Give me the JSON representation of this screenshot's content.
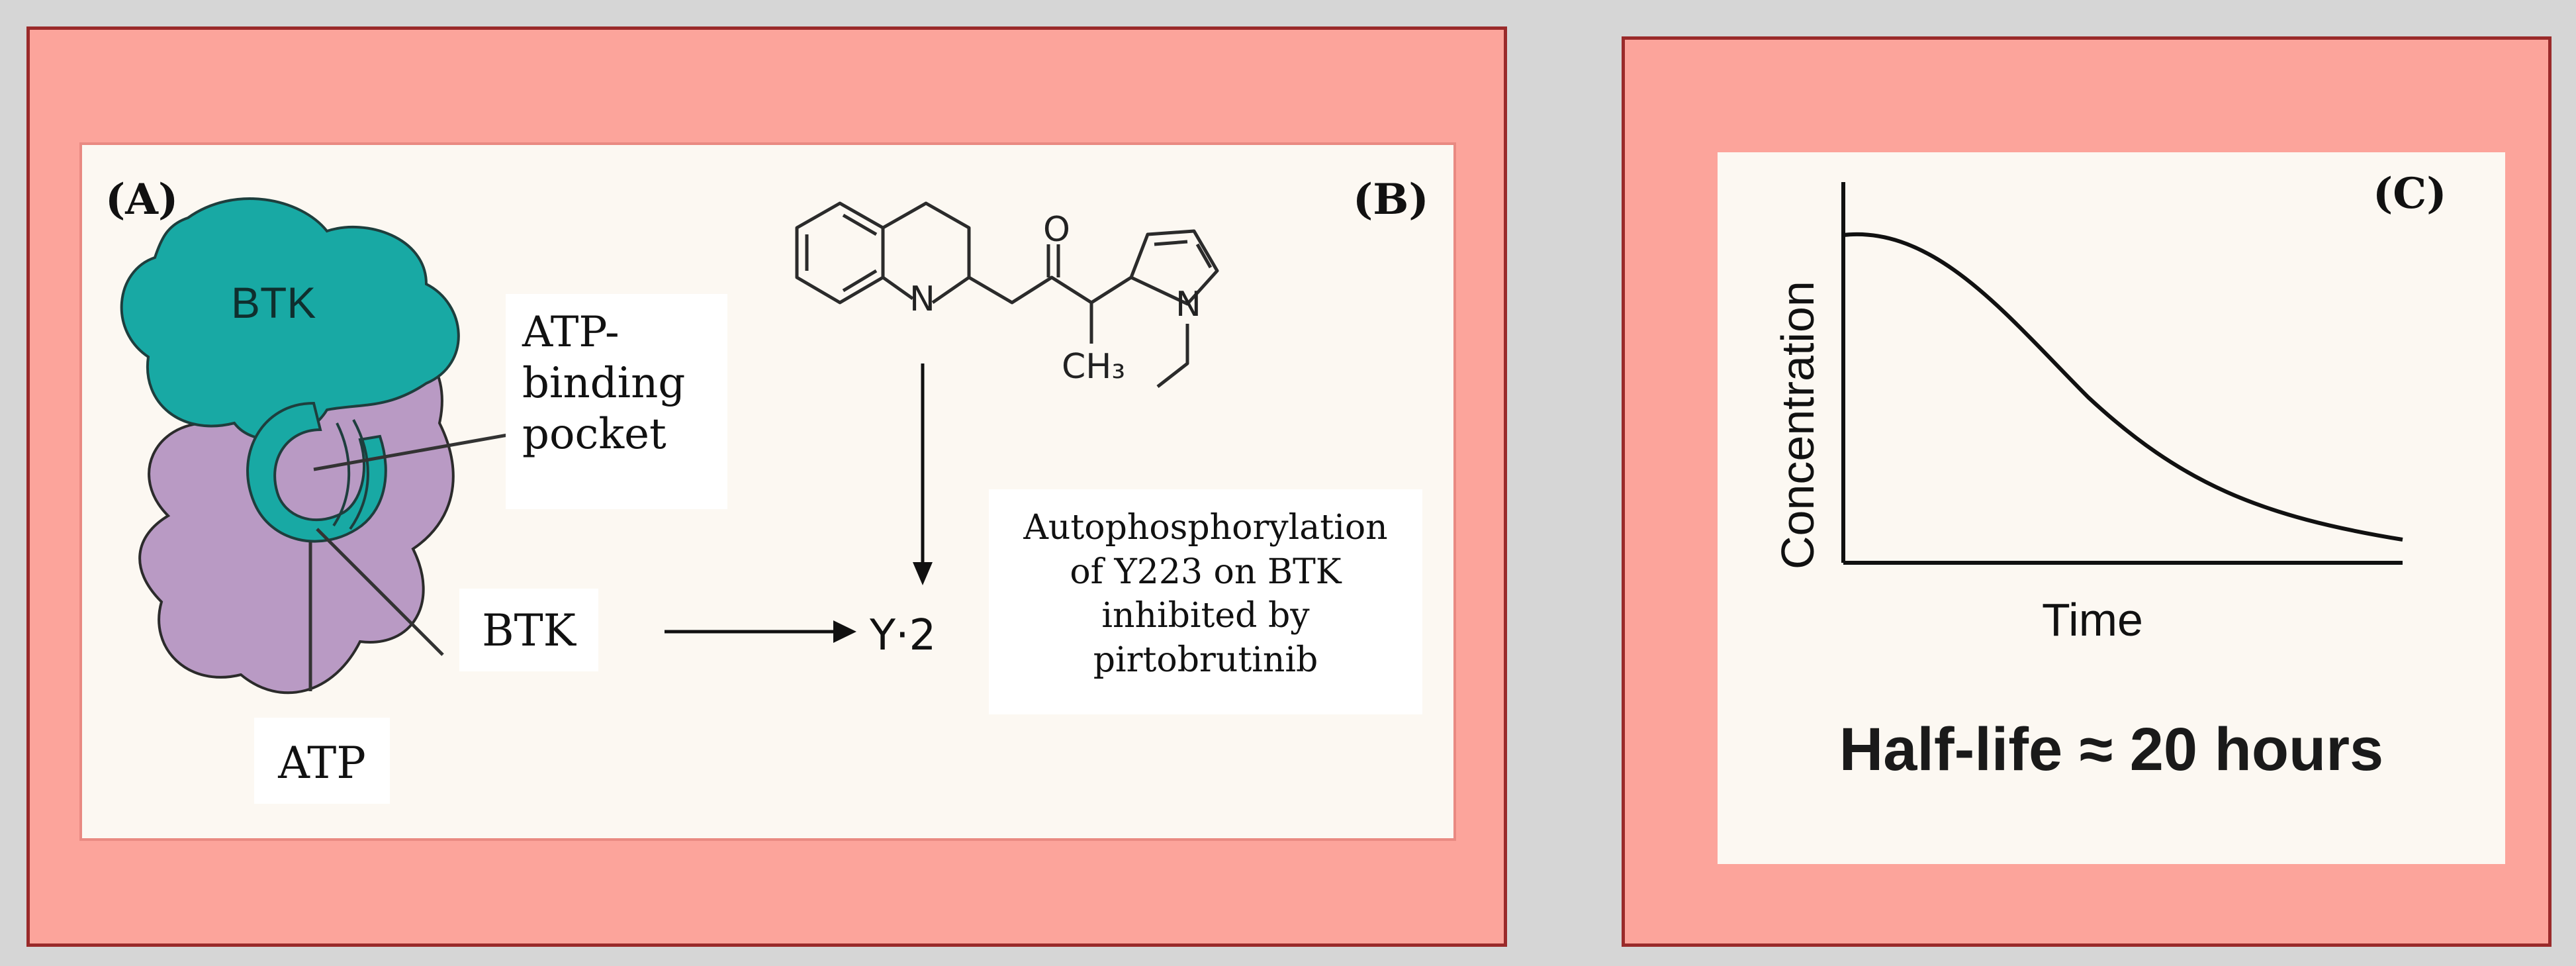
{
  "panel_a": {
    "label": "(A)",
    "protein_label": "BTK",
    "pocket_label": "ATP-\nbinding\npocket",
    "btk_callout": "BTK",
    "atp_callout": "ATP",
    "product_label": "Y·2"
  },
  "panel_b": {
    "label": "(B)",
    "atom_o": "O",
    "atom_n1": "N",
    "atom_n2": "N",
    "methyl_label": "CH₃",
    "inhibition_text": "Autophosphorylation\nof Y223 on BTK\ninhibited by\npirtobrutinib"
  },
  "panel_c": {
    "label": "(C)",
    "ylabel": "Concentration",
    "xlabel": "Time",
    "caption": "Half-life ≈ 20 hours"
  },
  "colors": {
    "frame": "#fca49b",
    "frame_border": "#9a2a2a",
    "inner_bg": "#fcf8f2",
    "btk_teal": "#18a9a4",
    "domain_purple": "#b99ac4"
  },
  "chart_data": {
    "type": "line",
    "title": "",
    "xlabel": "Time",
    "ylabel": "Concentration",
    "curve": "monotonic decay (illustrative, no tick values)",
    "grid": false
  }
}
